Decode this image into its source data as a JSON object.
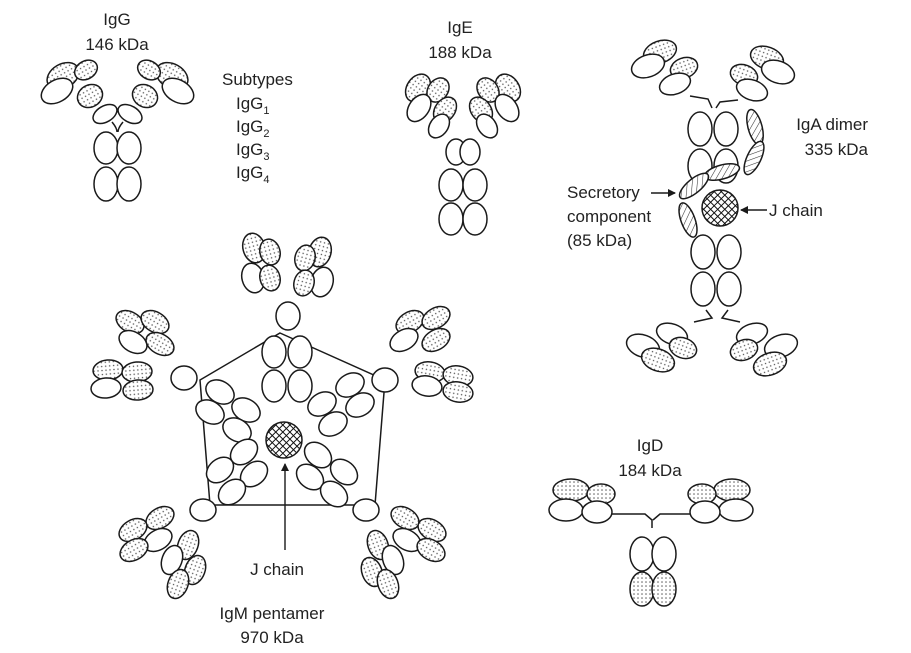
{
  "colors": {
    "ink": "#1a1a1a",
    "background": "#ffffff",
    "dots": "#555555"
  },
  "legend": {
    "dotted": "variable-domain-dotted-fill",
    "hatched": "secretory-component-hatched-fill",
    "crosshatch": "j-chain-crosshatch-fill"
  },
  "igg": {
    "name": "IgG",
    "mass": "146 kDa"
  },
  "subtypes": {
    "title": "Subtypes",
    "items": [
      {
        "base": "IgG",
        "sub": "1"
      },
      {
        "base": "IgG",
        "sub": "2"
      },
      {
        "base": "IgG",
        "sub": "3"
      },
      {
        "base": "IgG",
        "sub": "4"
      }
    ]
  },
  "ige": {
    "name": "IgE",
    "mass": "188 kDa"
  },
  "iga": {
    "name": "IgA dimer",
    "mass": "335 kDa",
    "secretory_lines": [
      "Secretory",
      "component",
      "(85 kDa)"
    ],
    "j_chain": "J chain"
  },
  "igm": {
    "name": "IgM pentamer",
    "mass": "970 kDa",
    "j_chain": "J chain"
  },
  "igd": {
    "name": "IgD",
    "mass": "184 kDa"
  }
}
